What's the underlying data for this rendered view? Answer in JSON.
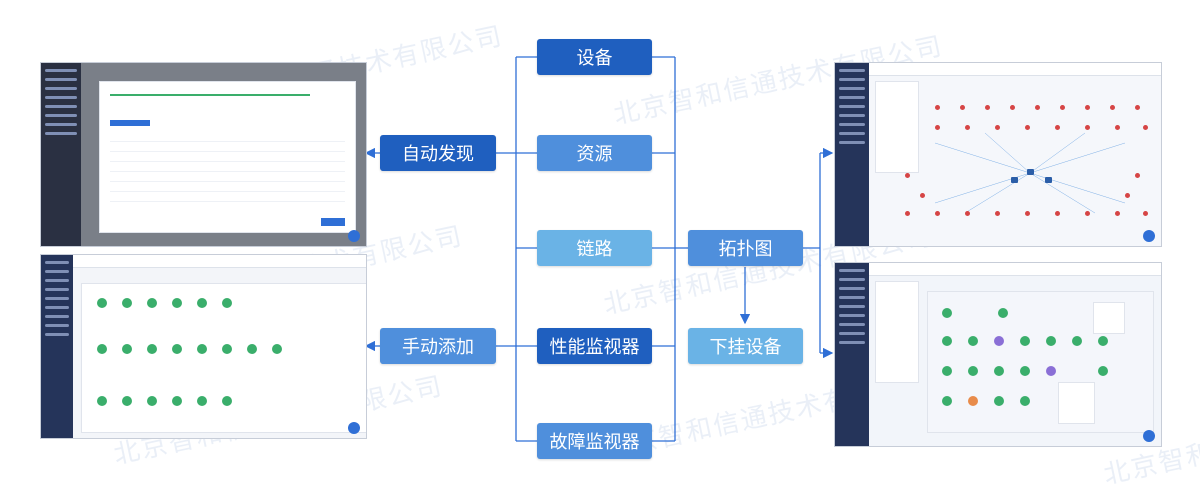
{
  "center_items": [
    "设备",
    "资源",
    "链路",
    "性能监视器",
    "故障监视器"
  ],
  "left_items": [
    "自动发现",
    "手动添加"
  ],
  "right_items": [
    "拓扑图",
    "下挂设备"
  ],
  "watermark": "北京智和信通技术有限公司",
  "colors": {
    "dark": "#1f5fbf",
    "mid": "#4f8fdc",
    "light": "#6ab3e6",
    "line": "#2f6fd6"
  }
}
